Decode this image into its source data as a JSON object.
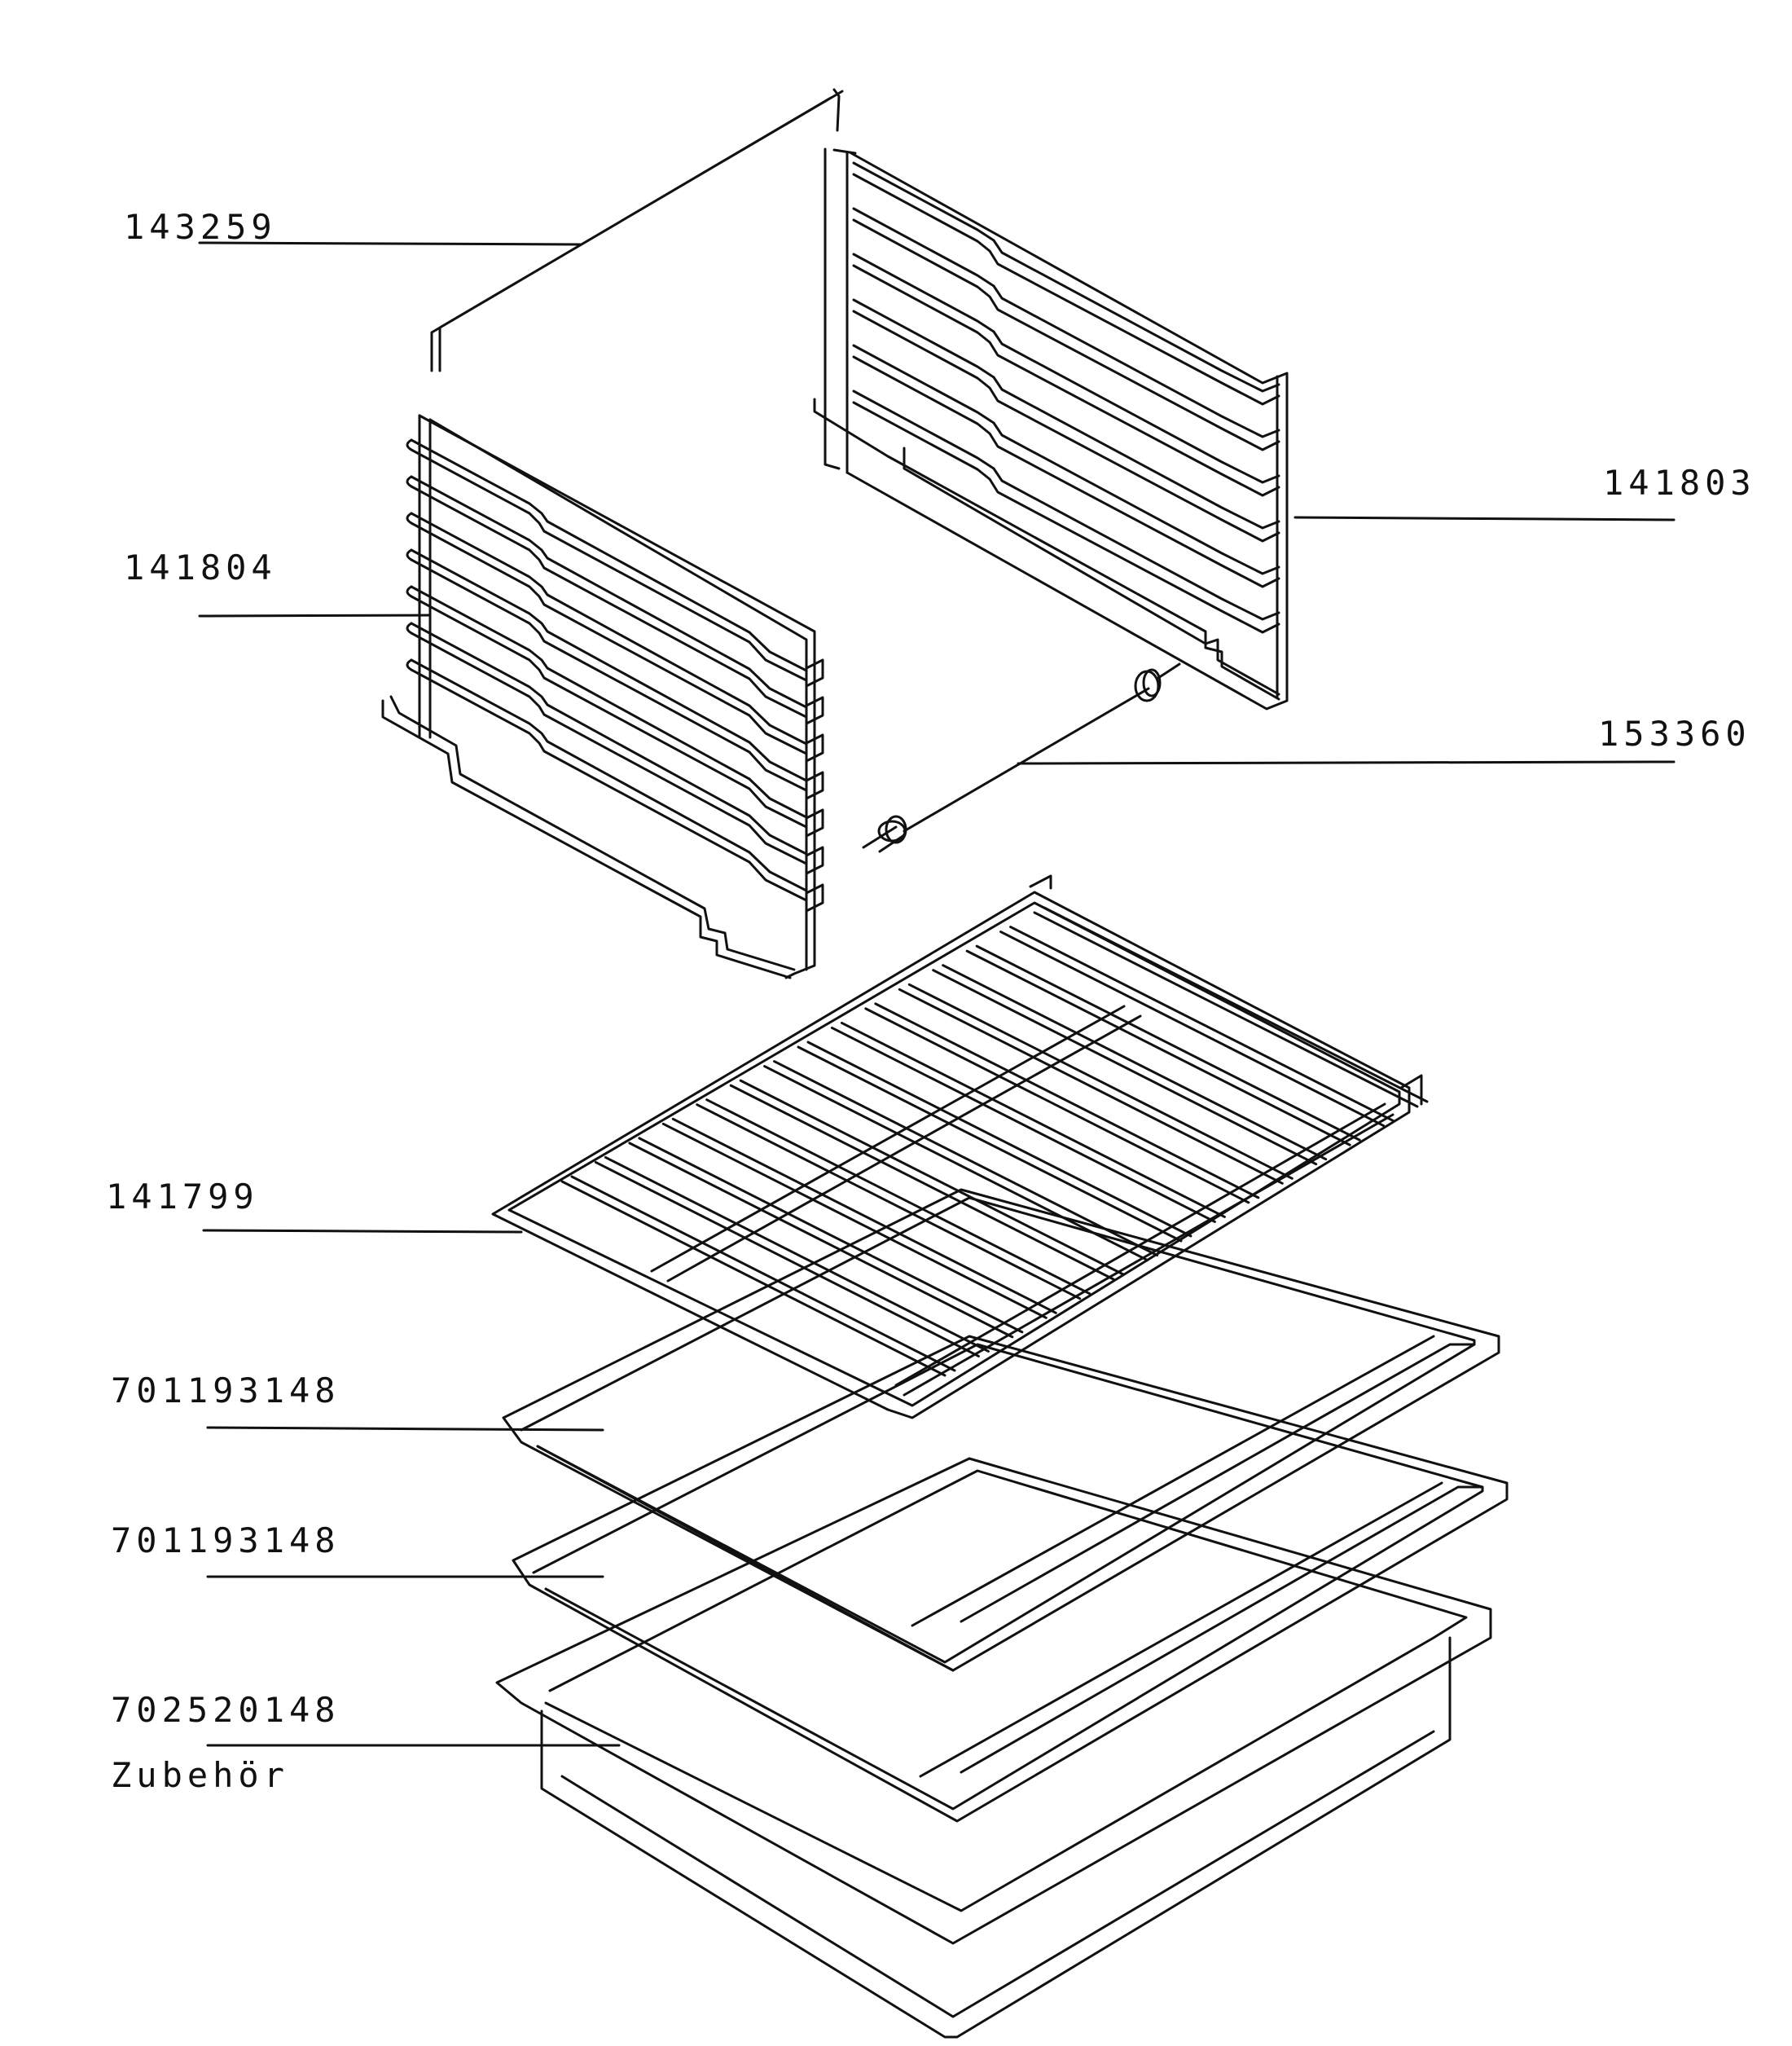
{
  "diagram": {
    "parts": [
      {
        "id": "top-bar",
        "part_no": "143259"
      },
      {
        "id": "right-side-rack",
        "part_no": "141803"
      },
      {
        "id": "left-side-rack",
        "part_no": "141804"
      },
      {
        "id": "rod",
        "part_no": "153360"
      },
      {
        "id": "wire-shelf",
        "part_no": "141799"
      },
      {
        "id": "tray-1",
        "part_no": "701193148"
      },
      {
        "id": "tray-2",
        "part_no": "701193148"
      },
      {
        "id": "deep-pan",
        "part_no": "702520148"
      }
    ],
    "accessory_note": "Zubehör",
    "line_color": "#111111"
  }
}
